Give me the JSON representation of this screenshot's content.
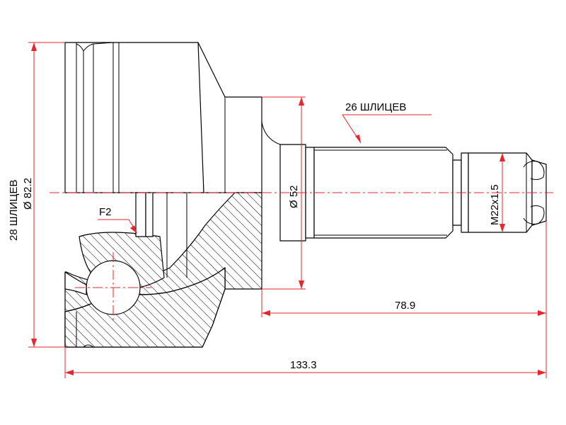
{
  "labels": {
    "spline_outer": "26 ШЛИЦЕВ",
    "spline_inner": "28 ШЛИЦЕВ",
    "diameter_outer": "Ø 82.2",
    "diameter_seat": "Ø 52",
    "thread": "M22x1.5",
    "length_shaft": "78.9",
    "length_total": "133.3",
    "f2": "F2"
  },
  "colors": {
    "outline": "#000000",
    "dimension": "#e8262b",
    "background": "#ffffff"
  }
}
